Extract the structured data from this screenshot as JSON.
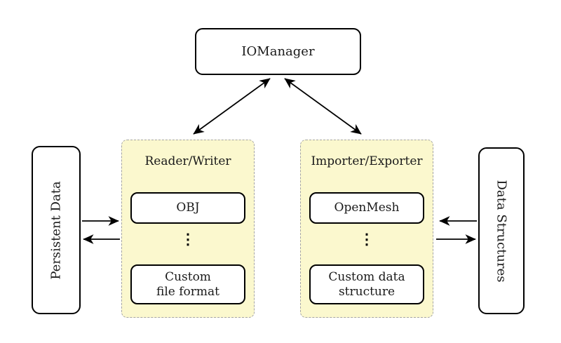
{
  "diagram": {
    "manager": {
      "label": "IOManager"
    },
    "reader_writer": {
      "title": "Reader/Writer",
      "dots": "⋮",
      "boxes": [
        {
          "line1": "OBJ",
          "line2": ""
        },
        {
          "line1": "Custom",
          "line2": "file format"
        }
      ]
    },
    "importer_exporter": {
      "title": "Importer/Exporter",
      "dots": "⋮",
      "boxes": [
        {
          "line1": "OpenMesh",
          "line2": ""
        },
        {
          "line1": "Custom data",
          "line2": "structure"
        }
      ]
    },
    "persistent_data": {
      "label": "Persistent Data"
    },
    "data_structures": {
      "label": "Data Structures"
    },
    "colors": {
      "panel_fill": "#FBF8CE",
      "panel_border": "#A4A4A4",
      "box_border": "#000000",
      "arrow": "#000000",
      "background": "#FFFFFF"
    }
  }
}
